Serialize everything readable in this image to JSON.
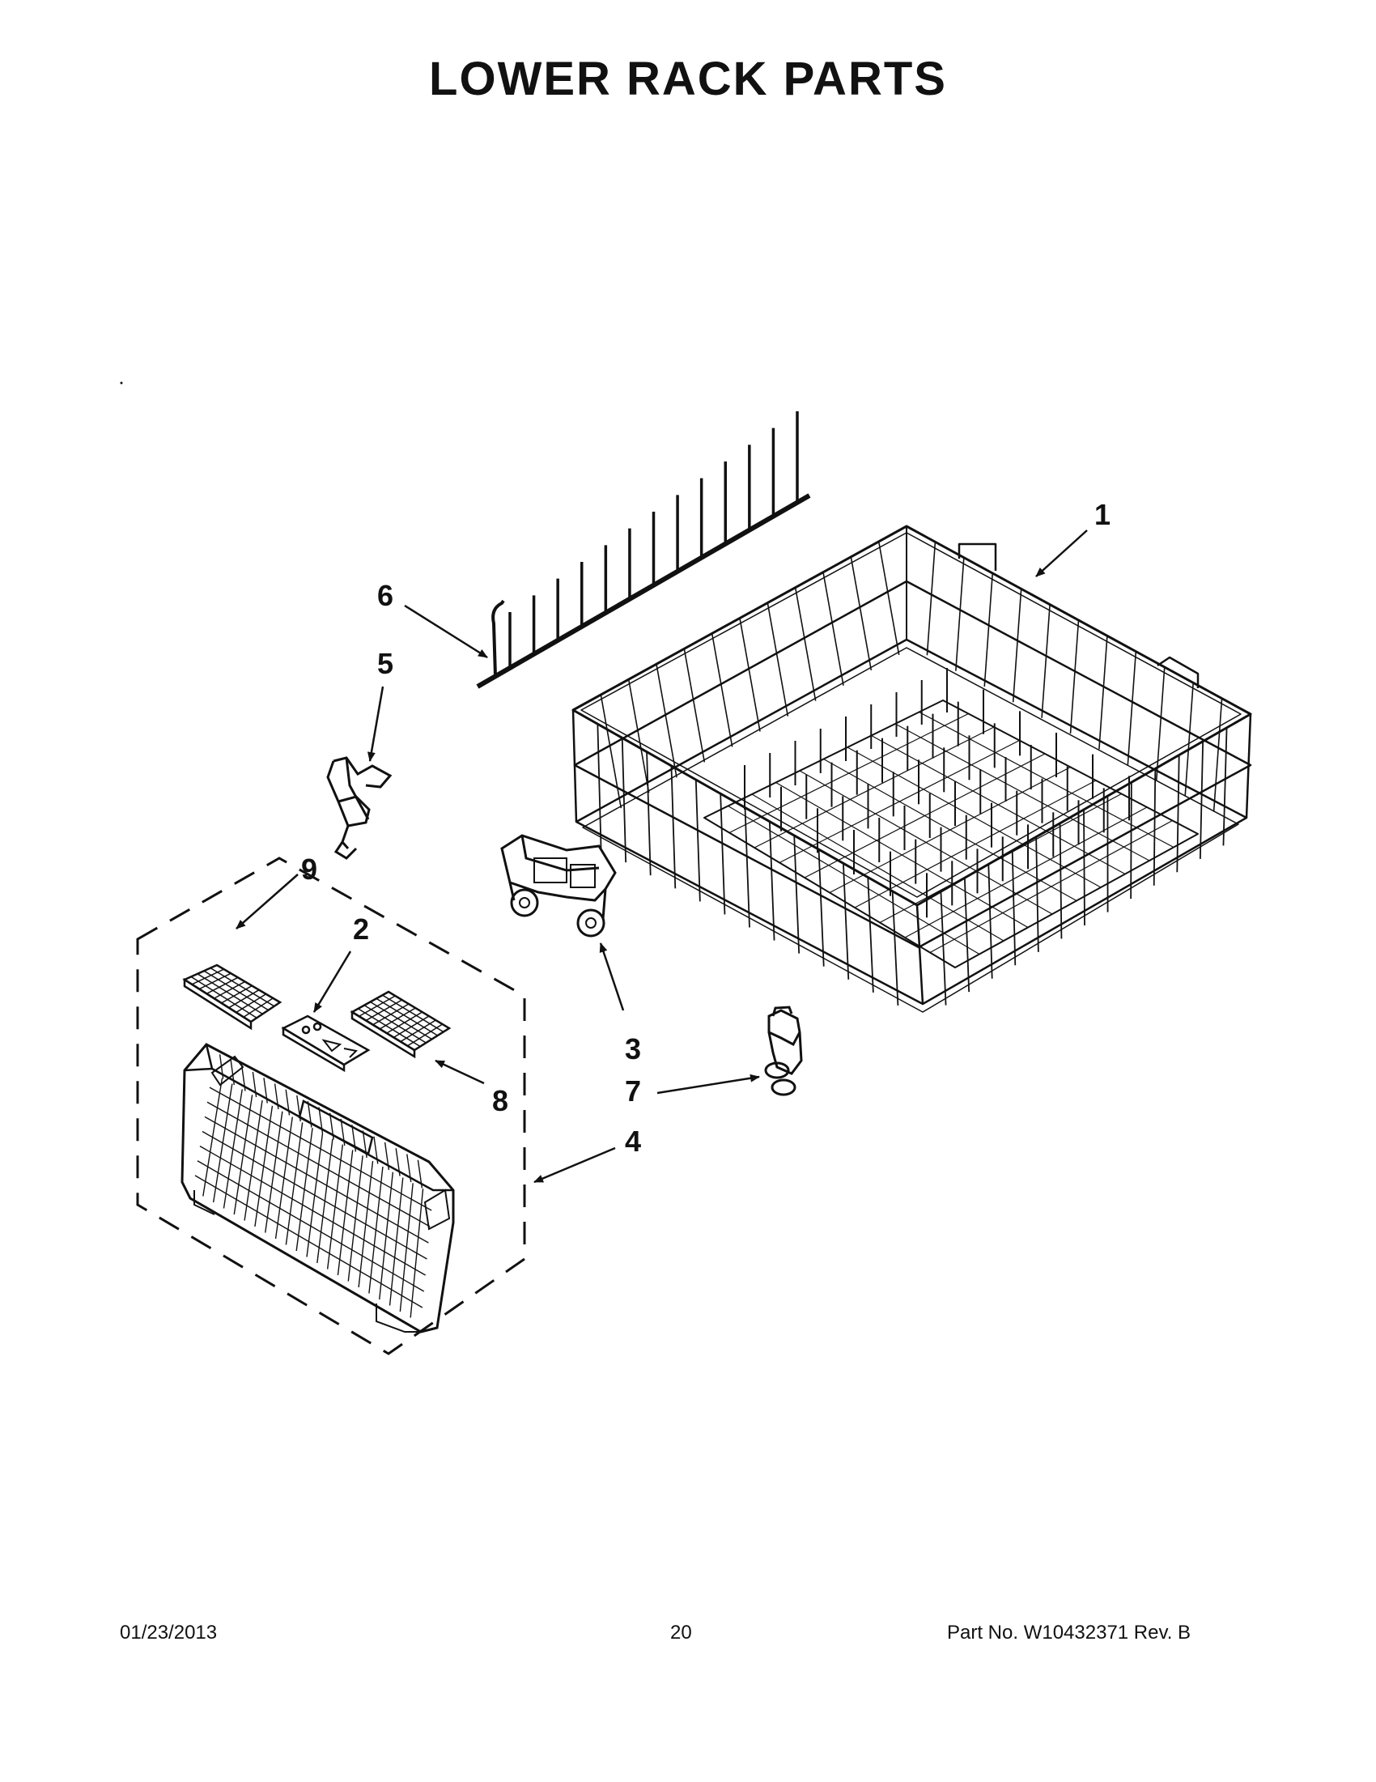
{
  "title": "LOWER RACK PARTS",
  "callouts": [
    {
      "id": "1",
      "label": "1"
    },
    {
      "id": "2",
      "label": "2"
    },
    {
      "id": "3",
      "label": "3"
    },
    {
      "id": "4",
      "label": "4"
    },
    {
      "id": "5",
      "label": "5"
    },
    {
      "id": "6",
      "label": "6"
    },
    {
      "id": "7",
      "label": "7"
    },
    {
      "id": "8",
      "label": "8"
    },
    {
      "id": "9",
      "label": "9"
    }
  ],
  "footer": {
    "date": "01/23/2013",
    "page": "20",
    "part": "Part No.  W10432371  Rev.  B"
  },
  "colors": {
    "ink": "#111111",
    "background": "#ffffff"
  }
}
